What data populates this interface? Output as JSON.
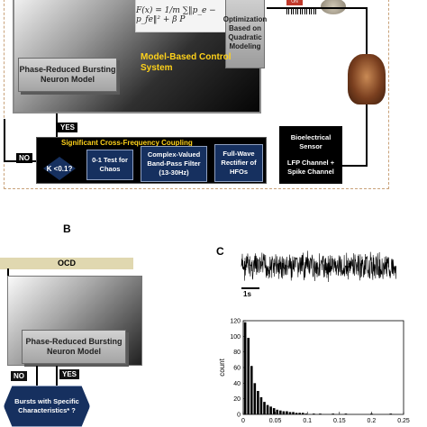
{
  "panel_a": {
    "formula_text": "F(x) = 1/m ∑‖p_e − p_fe‖² + β P",
    "optimization_label": "Optimization Based on Quadratic Modeling",
    "neuron_model_label": "Phase-Reduced Bursting Neuron Model",
    "control_title": "Model-Based Control System",
    "cross_freq_label": "Significant Cross-Frequency Coupling",
    "yes_label": "YES",
    "no_label": "NO",
    "decision_label": "K <0.1?",
    "test_label": "0-1 Test for Chaos",
    "filter_label": "Complex-Valued Band-Pass Filter (13-30Hz)",
    "rectifier_label": "Full-Wave Rectifier of HFOs",
    "sensor_title": "Bioelectrical Sensor",
    "sensor_channels": "LFP Channel + Spike Channel",
    "device_tag": "ON"
  },
  "panel_b": {
    "letter": "B",
    "ocd_label": "OCD",
    "neuron_model_label": "Phase-Reduced Bursting Neuron Model",
    "no_label": "NO",
    "yes_label": "YES",
    "bursts_label": "Bursts with Specific Characteristics* ?"
  },
  "panel_c": {
    "letter": "C",
    "scale_label": "1s",
    "ylabel": "count"
  },
  "chart_data": {
    "type": "bar",
    "title": "",
    "xlabel": "",
    "ylabel": "count",
    "xlim": [
      0,
      0.25
    ],
    "ylim": [
      0,
      120
    ],
    "yticks": [
      "0",
      "20",
      "40",
      "60",
      "80",
      "100",
      "120"
    ],
    "xticks": [
      "0",
      "0.05",
      "0.1",
      "0.15",
      "0.2",
      "0.25"
    ],
    "x": [
      0.003,
      0.008,
      0.013,
      0.018,
      0.023,
      0.028,
      0.033,
      0.038,
      0.043,
      0.048,
      0.053,
      0.058,
      0.063,
      0.068,
      0.073,
      0.078,
      0.083,
      0.088,
      0.093,
      0.098,
      0.11,
      0.12,
      0.14,
      0.16,
      0.2,
      0.23
    ],
    "values": [
      118,
      98,
      62,
      40,
      30,
      22,
      16,
      12,
      10,
      8,
      6,
      5,
      4,
      4,
      3,
      3,
      2,
      2,
      2,
      1,
      1,
      1,
      1,
      1,
      1,
      1
    ]
  }
}
